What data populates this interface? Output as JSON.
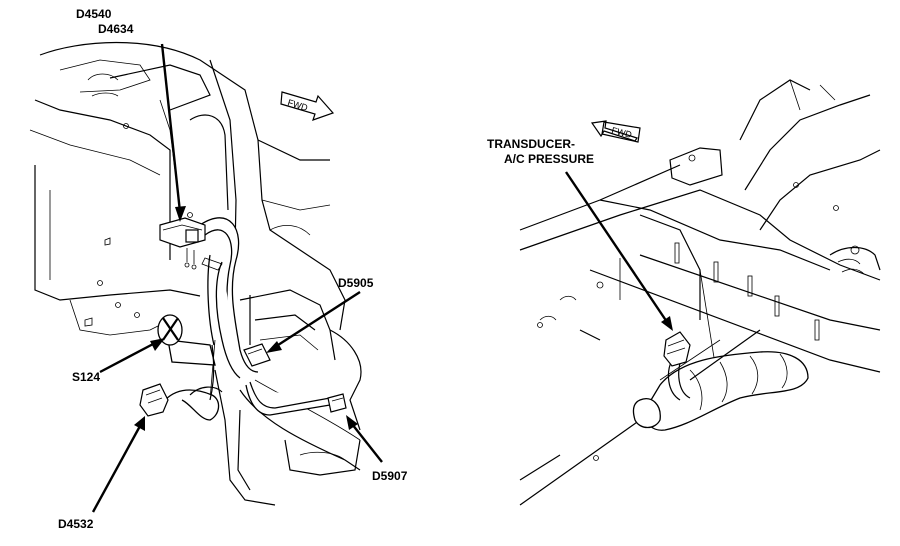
{
  "diagram": {
    "left_view": {
      "direction_marker": "FWD",
      "callouts": [
        {
          "id": "d4540",
          "label": "D4540"
        },
        {
          "id": "d4634",
          "label": "D4634"
        },
        {
          "id": "d5905",
          "label": "D5905"
        },
        {
          "id": "s124",
          "label": "S124"
        },
        {
          "id": "d5907",
          "label": "D5907"
        },
        {
          "id": "d4532",
          "label": "D4532"
        }
      ]
    },
    "right_view": {
      "direction_marker": "FWD",
      "callouts": [
        {
          "id": "transducer",
          "label_line1": "TRANSDUCER-",
          "label_line2": "A/C PRESSURE"
        }
      ]
    }
  }
}
